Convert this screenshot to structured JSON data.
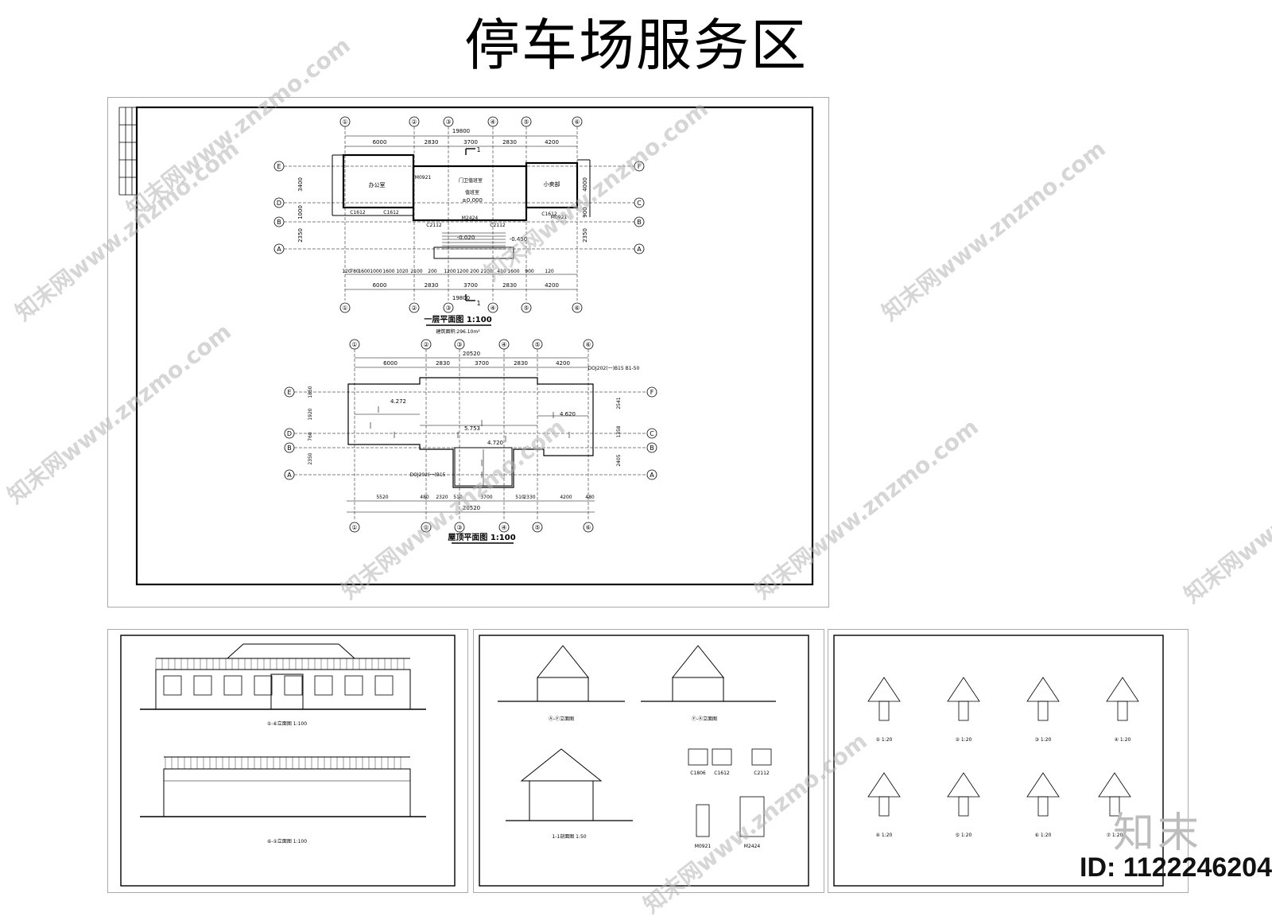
{
  "title": "停车场服务区",
  "main_sheet": {
    "grid_top": [
      "①",
      "②",
      "③",
      "④",
      "⑤",
      "⑥"
    ],
    "grid_side_left": [
      "E",
      "D",
      "B",
      "A"
    ],
    "grid_side_right": [
      "F",
      "C",
      "B",
      "A"
    ],
    "plan1": {
      "overall": "19800",
      "dims_top": [
        "6000",
        "2830",
        "3700",
        "2830",
        "4200"
      ],
      "dims_bottom": [
        "6000",
        "2830",
        "3700",
        "2830",
        "4200"
      ],
      "dims_sub": [
        "120",
        "780",
        "1600",
        "1000",
        "1600",
        "1020",
        "2100",
        "200",
        "1200",
        "1200",
        "200",
        "2100",
        "410",
        "1600",
        "900",
        "120"
      ],
      "dims_left": [
        "3400",
        "1000",
        "2350"
      ],
      "dims_right": [
        "4000",
        "900",
        "2350"
      ],
      "rooms": [
        "办公室",
        "门卫值班室",
        "值班室",
        "小卖部"
      ],
      "level_hall": "±0.000",
      "level_a": "-0.020",
      "level_b": "-0.450",
      "door_labels": [
        "M0921",
        "M2424",
        "M0921",
        "C1612",
        "C1612",
        "C1612",
        "C2112",
        "C2112"
      ],
      "section_mark": "1",
      "caption": "一层平面图 1:100",
      "area": "建筑面积:296.10m²"
    },
    "plan2": {
      "overall": "20520",
      "dims_top": [
        "6000",
        "2830",
        "3700",
        "2830",
        "4200"
      ],
      "dims_bottom": [
        "5520",
        "480",
        "2320",
        "510",
        "3700",
        "510",
        "2330",
        "4200",
        "480"
      ],
      "dims_left": [
        "1850",
        "1920",
        "760",
        "2350"
      ],
      "dims_right": [
        "2541",
        "1358",
        "2405"
      ],
      "levels": [
        "4.272",
        "4.620",
        "5.753",
        "4.720"
      ],
      "notes": [
        "DOJ202(一)B15 B1-50",
        "DOJ202(一)B15"
      ],
      "caption": "屋顶平面图 1:100"
    }
  },
  "sheets": [
    {
      "captions": [
        "①-⑥立面图 1:100",
        "⑥-①立面图 1:100"
      ]
    },
    {
      "captions": [
        "Ⓐ-Ⓕ立面图",
        "Ⓕ-Ⓐ立面图",
        "1-1剖面图 1:50",
        "C1806",
        "C1612",
        "C2112",
        "M0921",
        "M2424"
      ]
    },
    {
      "captions": [
        "① 1:20",
        "② 1:20",
        "③ 1:20",
        "④ 1:20",
        "④ 1:20",
        "⑤ 1:20",
        "⑥ 1:20",
        "⑦ 1:20"
      ]
    }
  ],
  "watermark": "知末网www.znzmo.com",
  "brand": "知末",
  "id_label": "ID: 1122246204"
}
